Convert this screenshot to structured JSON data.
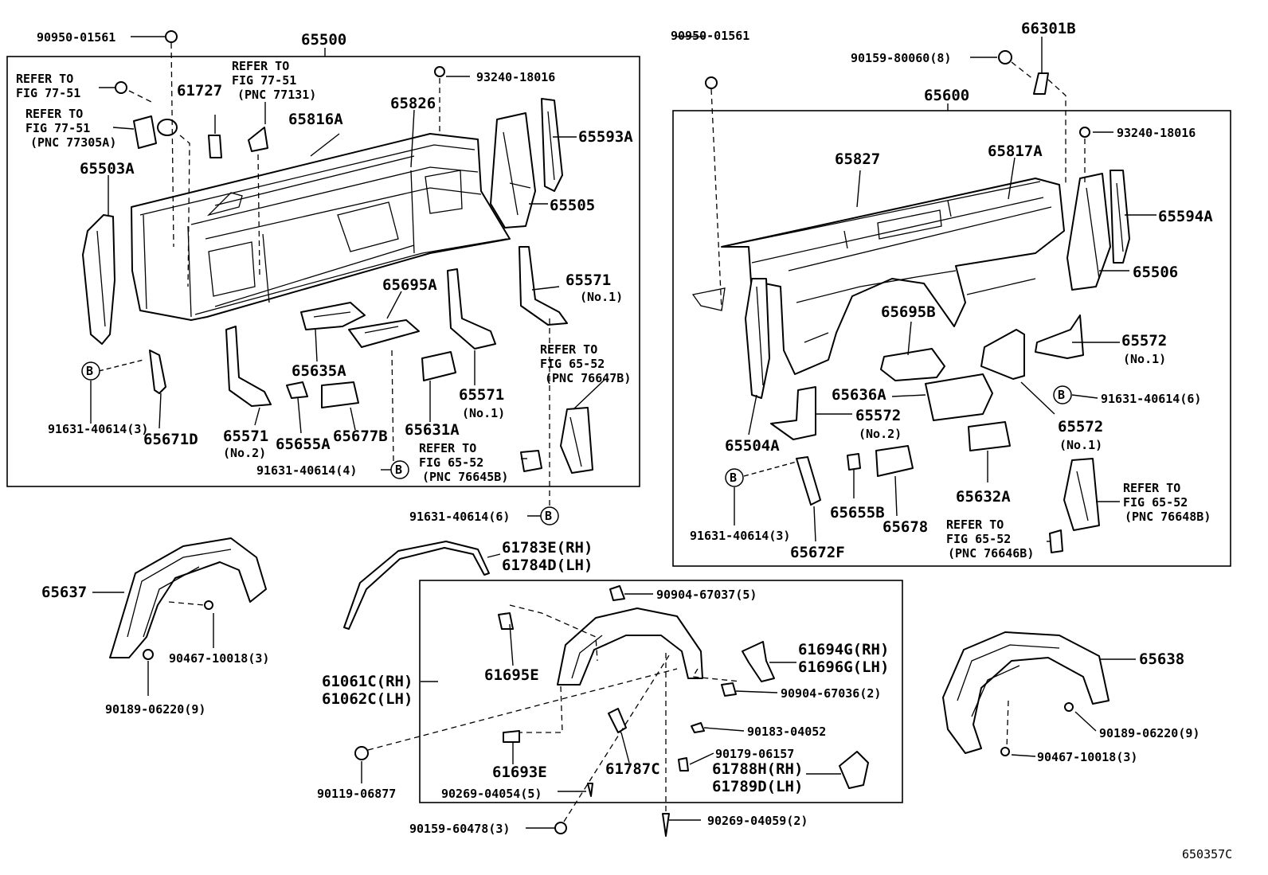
{
  "labels": {
    "p1": "90950-01561",
    "p2": "65500",
    "p3": "REFER TO",
    "p4": "FIG 77-51",
    "p5": "REFER TO",
    "p6": "FIG 77-51",
    "p7": "(PNC 77131)",
    "p8": "93240-18016",
    "p9": "REFER TO",
    "p10": "FIG 77-51",
    "p11": "(PNC 77305A)",
    "p12": "61727",
    "p13": "65826",
    "p14": "65816A",
    "p15": "65593A",
    "p16": "65503A",
    "p17": "65505",
    "p18": "65695A",
    "p19": "65571",
    "p20": "(No.1)",
    "p21": "65635A",
    "p22": "65571",
    "p23": "(No.1)",
    "p24": "REFER TO",
    "p25": "FIG 65-52",
    "p26": "(PNC 76647B)",
    "p27": "91631-40614(3)",
    "p28": "65671D",
    "p29": "65571",
    "p30": "(No.2)",
    "p31": "65655A",
    "p32": "65677B",
    "p33": "65631A",
    "p34": "REFER TO",
    "p35": "FIG 65-52",
    "p36": "(PNC 76645B)",
    "p37": "91631-40614(4)",
    "p38": "91631-40614(6)",
    "p39": "90950-01561",
    "p40": "66301B",
    "p41": "90159-80060(8)",
    "p42": "65600",
    "p43": "93240-18016",
    "p44": "65827",
    "p45": "65817A",
    "p46": "65594A",
    "p47": "65506",
    "p48": "65695B",
    "p49": "65572",
    "p50": "(No.1)",
    "p51": "91631-40614(6)",
    "p52": "65636A",
    "p53": "65572",
    "p54": "(No.2)",
    "p55": "65504A",
    "p56": "65572",
    "p57": "(No.1)",
    "p58": "REFER TO",
    "p59": "FIG 65-52",
    "p60": "(PNC 76648B)",
    "p61": "65655B",
    "p62": "65678",
    "p63": "65632A",
    "p64": "REFER TO",
    "p65": "FIG 65-52",
    "p66": "(PNC 76646B)",
    "p67": "91631-40614(3)",
    "p68": "65672F",
    "p69": "61783E(RH)",
    "p70": "61784D(LH)",
    "p71": "65637",
    "p72": "90467-10018(3)",
    "p73": "90189-06220(9)",
    "p74": "90904-67037(5)",
    "p75": "61695E",
    "p76": "61694G(RH)",
    "p77": "61696G(LH)",
    "p78": "90904-67036(2)",
    "p79": "61061C(RH)",
    "p80": "61062C(LH)",
    "p81": "90183-04052",
    "p82": "90179-06157",
    "p83": "61693E",
    "p84": "61787C",
    "p85": "61788H(RH)",
    "p86": "61789D(LH)",
    "p87": "90119-06877",
    "p88": "90269-04054(5)",
    "p89": "90159-60478(3)",
    "p90": "90269-04059(2)",
    "p91": "65638",
    "p92": "90189-06220(9)",
    "p93": "90467-10018(3)",
    "p94": "650357C"
  },
  "circle_mark": "B"
}
